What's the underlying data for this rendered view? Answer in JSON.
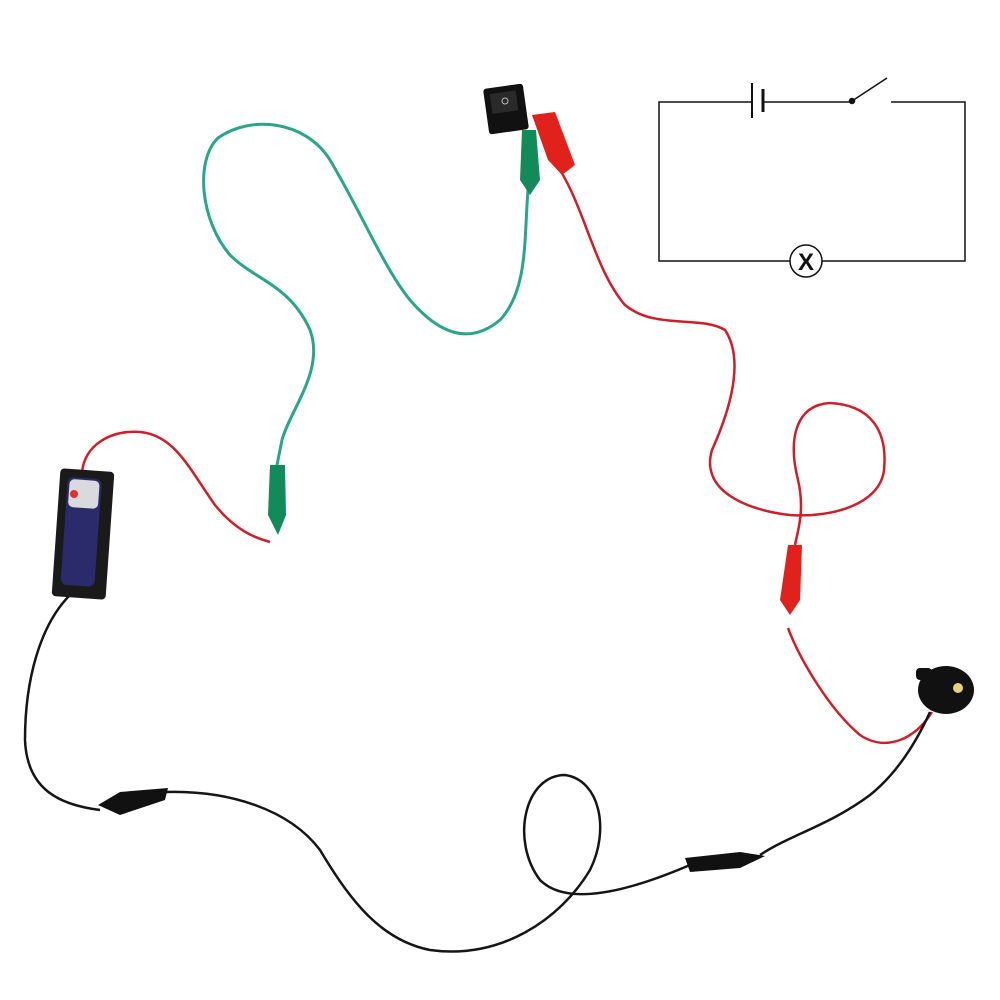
{
  "schematic": {
    "lamp_label": "X",
    "components": [
      "battery",
      "switch-open",
      "lamp"
    ]
  },
  "photo": {
    "components": [
      "battery-holder",
      "rocker-switch",
      "buzzer",
      "alligator-clips"
    ],
    "wire_colors": {
      "green": "#2aa58a",
      "red": "#cc1f2a",
      "black": "#151515"
    }
  }
}
